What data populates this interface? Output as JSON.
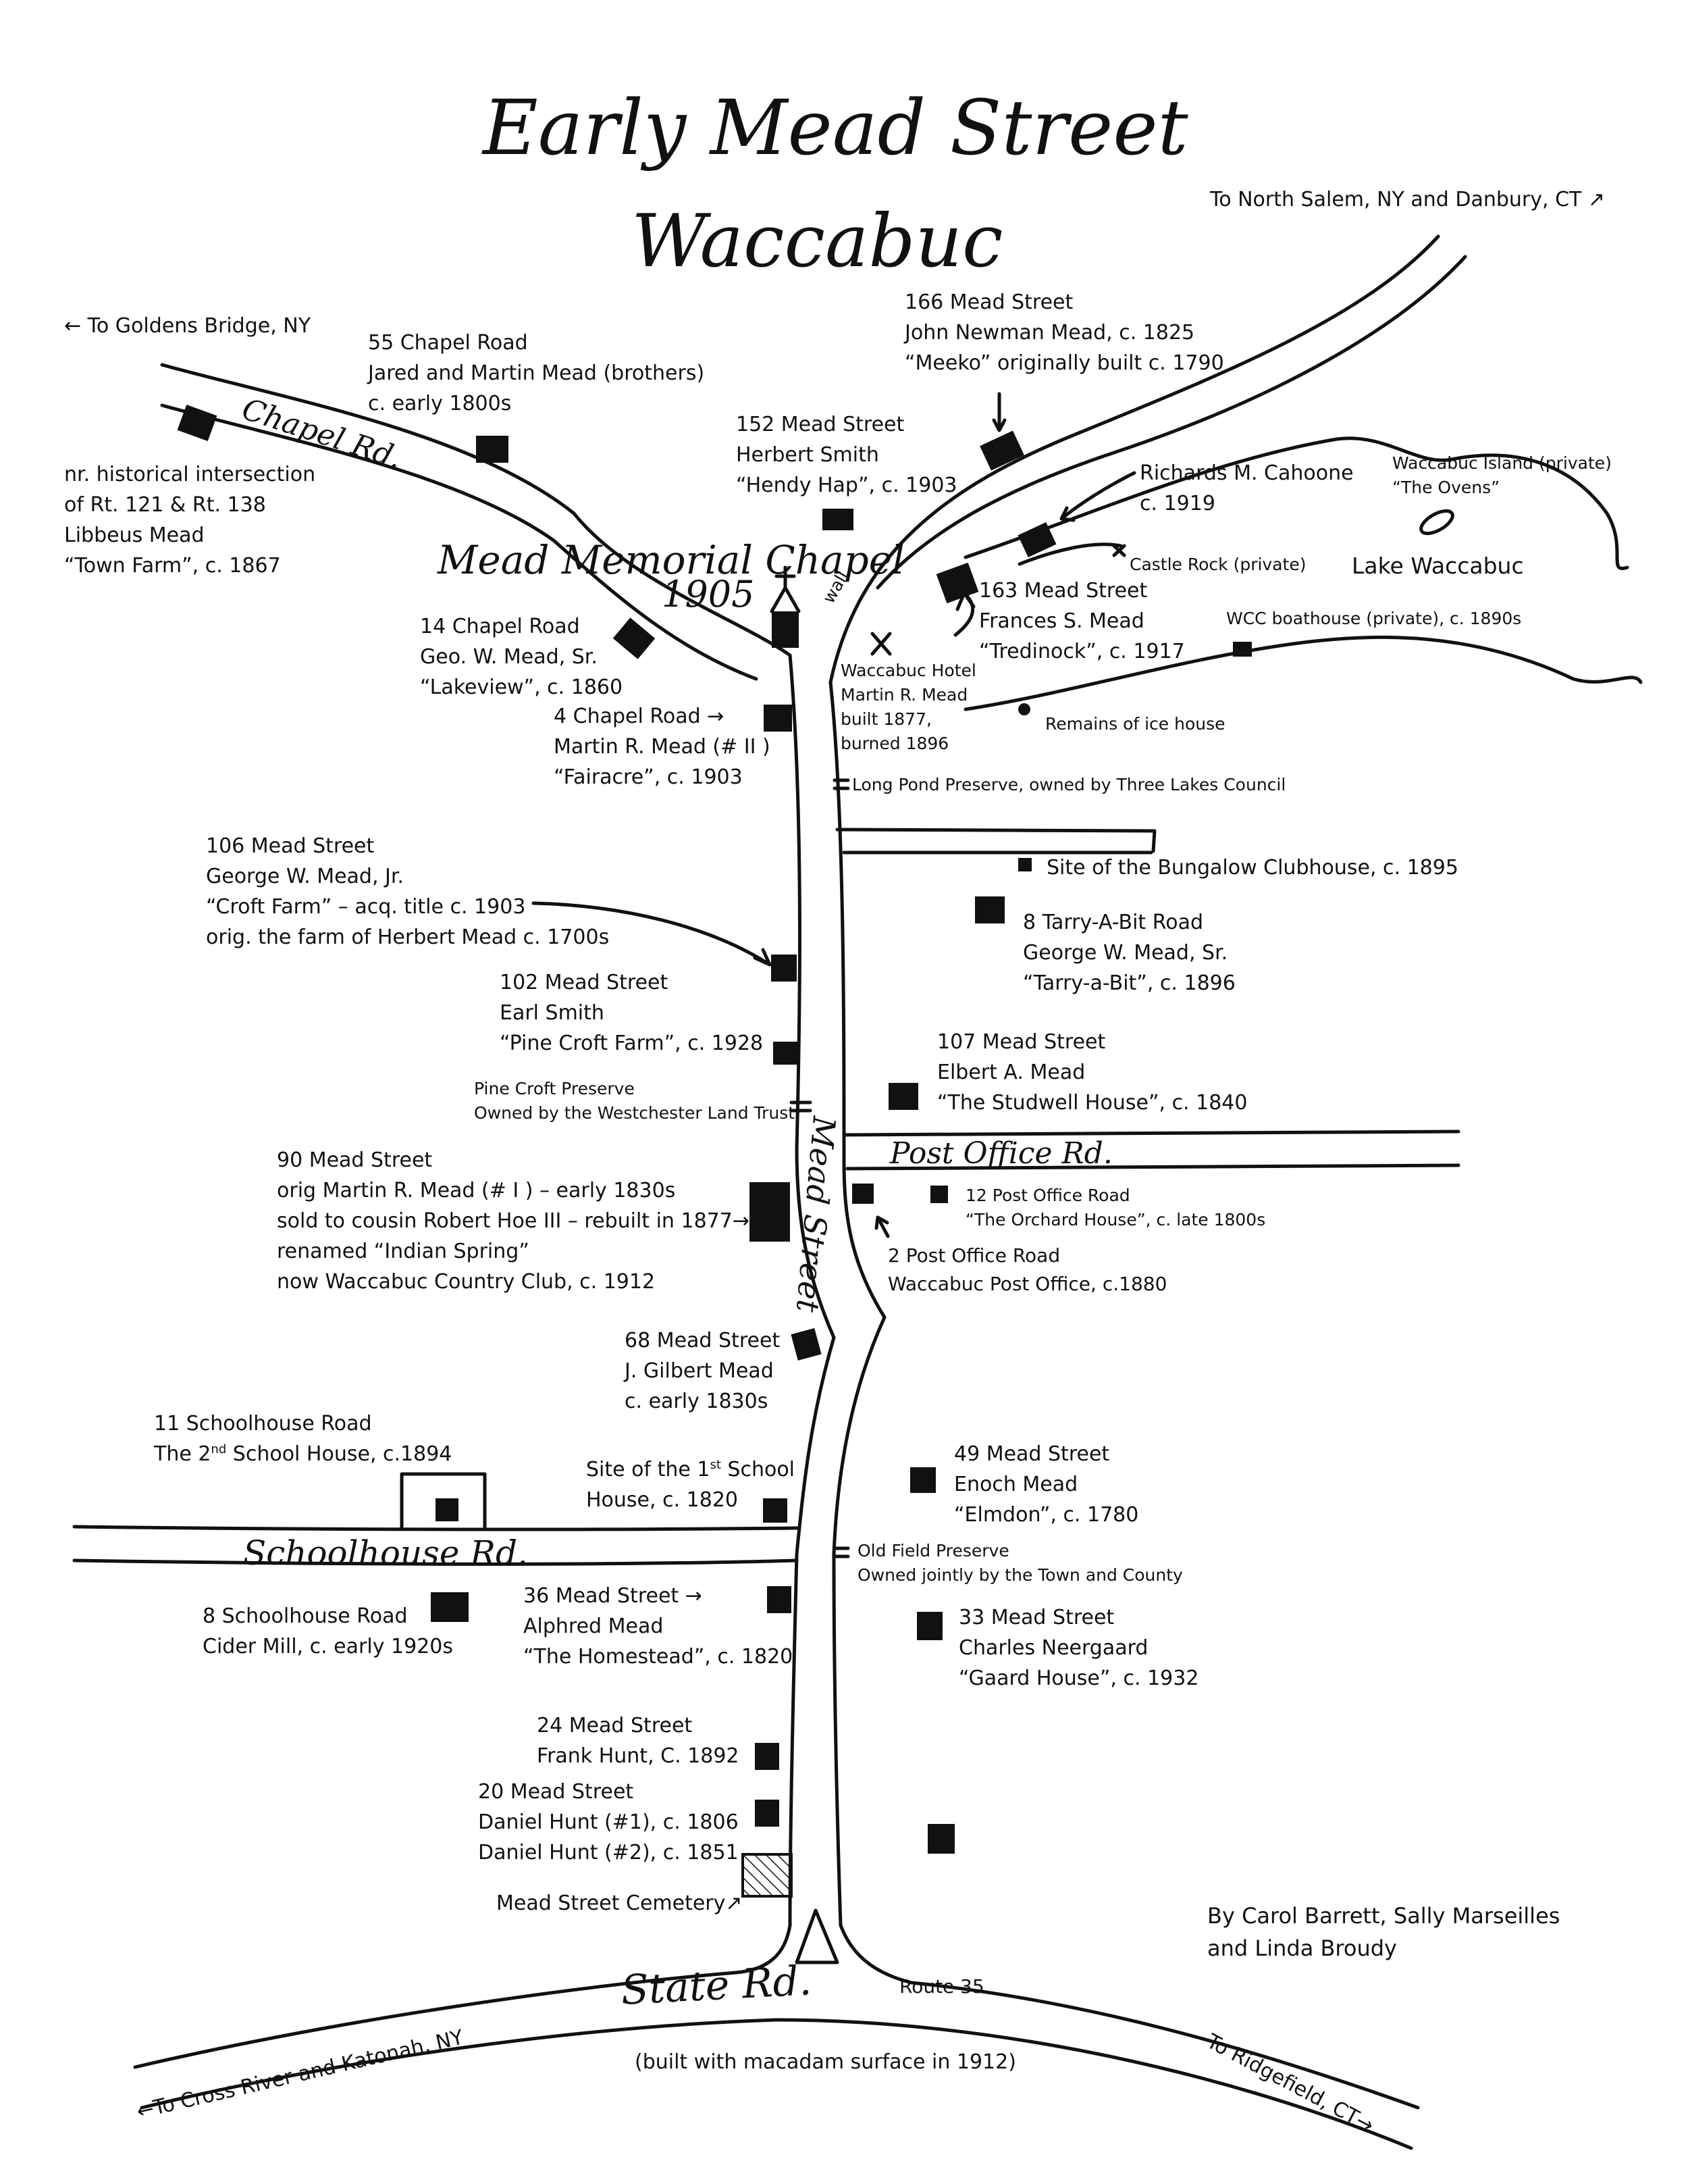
{
  "title": {
    "line1": "Early Mead Street",
    "line2": "Waccabuc"
  },
  "roads": {
    "chapel_road": "Chapel Rd.",
    "mead_street": "Mead Street",
    "post_office_road": "Post Office Rd.",
    "schoolhouse_road": "Schoolhouse Rd.",
    "state_road": "State Rd.",
    "route": "Route 35",
    "state_road_note": "(built with macadam surface in 1912)"
  },
  "directions": {
    "north_salem": "To North Salem, NY and Danbury, CT ↗",
    "goldens_bridge": "← To Goldens Bridge, NY",
    "cross_river": "←To Cross River and Katonah, NY",
    "ridgefield": "To Ridgefield, CT→"
  },
  "chapel": {
    "name": "Mead Memorial Chapel",
    "year": "1905",
    "wall": "wall"
  },
  "lake": {
    "name": "Lake Waccabuc"
  },
  "labels": {
    "town_farm": [
      "nr. historical intersection",
      "of Rt. 121 & Rt. 138",
      "Libbeus Mead",
      "“Town Farm”, c. 1867"
    ],
    "chapel_55": [
      "55 Chapel Road",
      "Jared and Martin Mead (brothers)",
      "c. early 1800s"
    ],
    "mead_166": [
      "166 Mead Street",
      "John Newman Mead, c. 1825",
      "“Meeko” originally built c. 1790"
    ],
    "mead_152": [
      "152 Mead Street",
      "Herbert Smith",
      "“Hendy Hap”, c. 1903"
    ],
    "cahoone": [
      "Richards M. Cahoone",
      "c. 1919"
    ],
    "island": [
      "Waccabuc Island (private)",
      "“The Ovens”"
    ],
    "castle_rock": "Castle Rock (private)",
    "mead_163": [
      "163 Mead Street",
      "Frances S. Mead",
      "“Tredinock”, c. 1917"
    ],
    "boathouse": "WCC boathouse (private), c. 1890s",
    "hotel": [
      "Waccabuc Hotel",
      "Martin R. Mead",
      "built 1877,",
      "burned 1896"
    ],
    "ice_house": "Remains of ice house",
    "chapel_14": [
      "14 Chapel Road",
      "Geo. W. Mead, Sr.",
      "“Lakeview”, c. 1860"
    ],
    "chapel_4": [
      "4 Chapel Road   →",
      "Martin R. Mead (# II )",
      "“Fairacre”, c. 1903"
    ],
    "long_pond": "Long Pond Preserve, owned by Three Lakes Council",
    "bungalow": "Site of the Bungalow Clubhouse, c. 1895",
    "mead_106": [
      "106 Mead Street",
      "George W. Mead, Jr.",
      "“Croft Farm” – acq. title c. 1903",
      "orig. the farm of Herbert Mead c. 1700s"
    ],
    "tarry": [
      "8 Tarry-A-Bit Road",
      "George W. Mead, Sr.",
      "“Tarry-a-Bit”, c. 1896"
    ],
    "mead_102": [
      "102 Mead Street",
      "Earl Smith",
      "“Pine Croft Farm”, c. 1928"
    ],
    "mead_107": [
      "107 Mead Street",
      "Elbert A. Mead",
      "“The Studwell House”, c. 1840"
    ],
    "pine_croft": [
      "Pine Croft Preserve",
      "Owned by the Westchester Land Trust"
    ],
    "mead_90": [
      "90 Mead Street",
      "orig Martin R. Mead (# I ) – early 1830s",
      "sold to cousin Robert Hoe III – rebuilt in 1877→",
      "renamed “Indian Spring”",
      "now Waccabuc Country Club, c. 1912"
    ],
    "po_12": [
      "12 Post Office Road",
      "“The Orchard House”, c. late 1800s"
    ],
    "po_2": [
      "2 Post Office Road",
      "Waccabuc Post Office, c.1880"
    ],
    "mead_68": [
      "68 Mead Street",
      "J. Gilbert Mead",
      "c. early 1830s"
    ],
    "school_11": {
      "line1": "11 Schoolhouse Road",
      "line2_pre": "The 2",
      "line2_sup": "nd",
      "line2_post": " School House, c.1894"
    },
    "school_site": {
      "line1_pre": "Site of the 1",
      "line1_sup": "st",
      "line1_post": " School",
      "line2": "House, c. 1820"
    },
    "mead_49": [
      "49 Mead Street",
      "Enoch Mead",
      "“Elmdon”, c. 1780"
    ],
    "old_field": [
      "Old Field Preserve",
      "Owned jointly by the Town and County"
    ],
    "school_8": [
      "8 Schoolhouse Road",
      "Cider Mill, c. early 1920s"
    ],
    "mead_36": [
      "36 Mead Street   →",
      "Alphred Mead",
      "“The Homestead”, c. 1820"
    ],
    "mead_33": [
      "33 Mead Street",
      "Charles Neergaard",
      "“Gaard House”, c. 1932"
    ],
    "mead_24": [
      "24 Mead Street",
      "Frank Hunt, C. 1892"
    ],
    "mead_20": [
      "20 Mead Street",
      "Daniel Hunt (#1), c. 1806",
      "Daniel Hunt (#2), c. 1851"
    ],
    "cemetery": "Mead Street Cemetery↗",
    "credits": [
      "By Carol Barrett, Sally Marseilles",
      "and Linda Broudy"
    ]
  }
}
